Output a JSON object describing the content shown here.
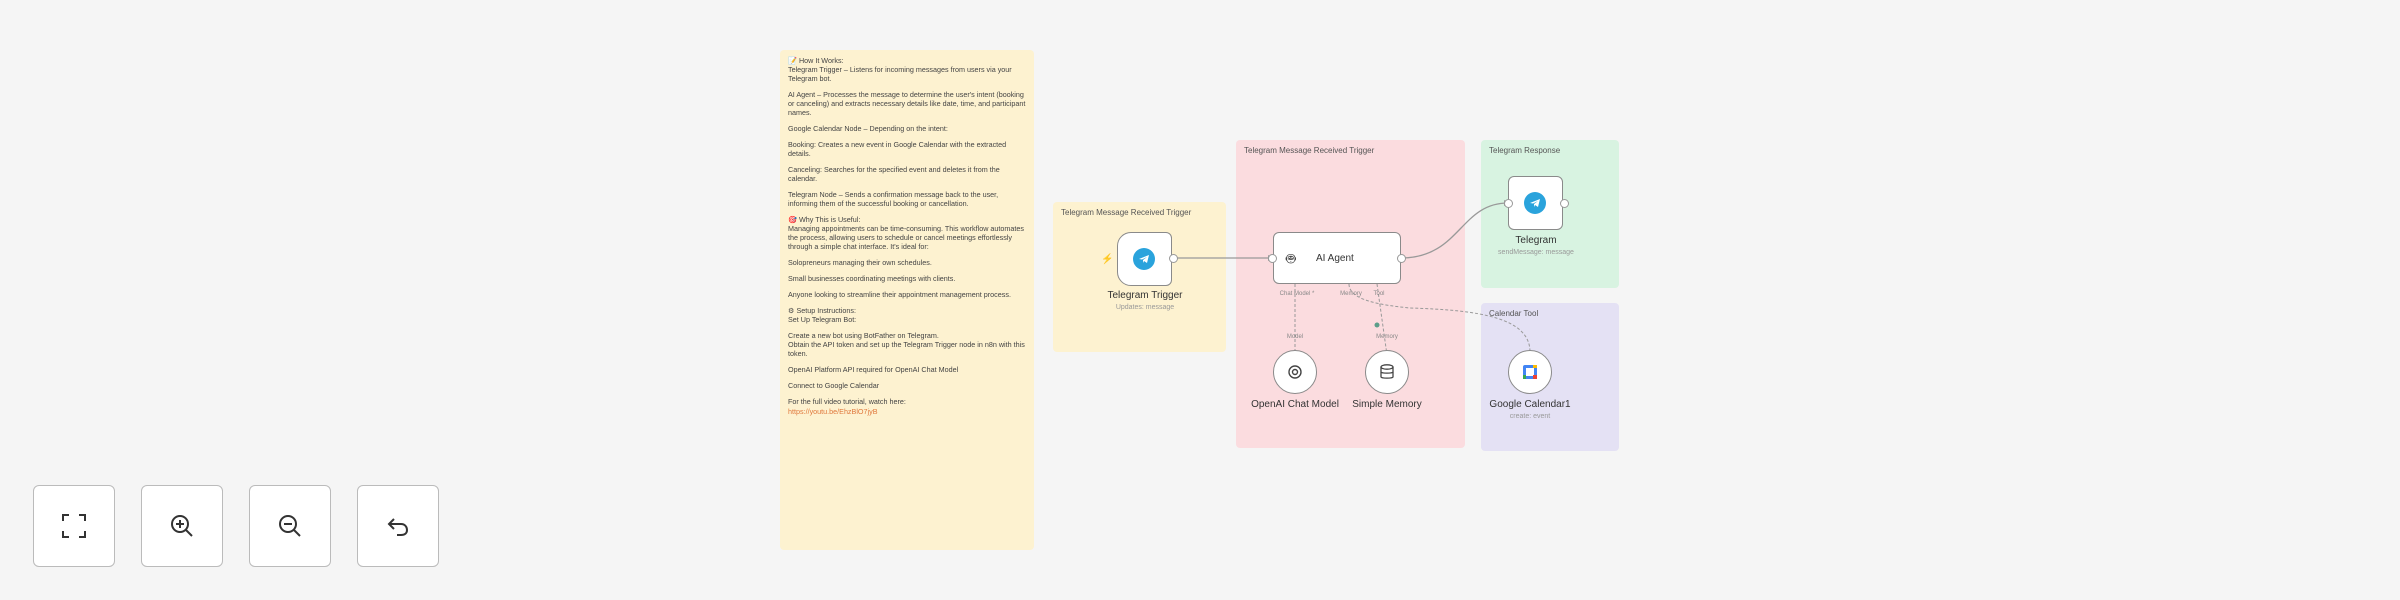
{
  "sticky": {
    "lines": [
      "📝 How It Works:\nTelegram Trigger – Listens for incoming messages from users via your Telegram bot.",
      "AI Agent – Processes the message to determine the user's intent (booking or canceling) and extracts necessary details like date, time, and participant names.",
      "Google Calendar Node – Depending on the intent:",
      "Booking: Creates a new event in Google Calendar with the extracted details.",
      "Canceling: Searches for the specified event and deletes it from the calendar.",
      "Telegram Node – Sends a confirmation message back to the user, informing them of the successful booking or cancellation.",
      "🎯 Why This is Useful:\nManaging appointments can be time-consuming. This workflow automates the process, allowing users to schedule or cancel meetings effortlessly through a simple chat interface. It's ideal for:",
      "Solopreneurs managing their own schedules.",
      "Small businesses coordinating meetings with clients.",
      "Anyone looking to streamline their appointment management process.",
      "⚙ Setup Instructions:\nSet Up Telegram Bot:",
      "Create a new bot using BotFather on Telegram.\nObtain the API token and set up the Telegram Trigger node in n8n with this token.",
      "OpenAI Platform API required for OpenAI Chat Model",
      "Connect to Google Calendar"
    ],
    "footer": "For the full video tutorial, watch here:",
    "link": "https://youtu.be/EhzBlO7jyB"
  },
  "groups": {
    "trigger": "Telegram Message Received Trigger",
    "agent": "Telegram Message Received Trigger",
    "response": "Telegram Response",
    "calendar": "Calendar Tool"
  },
  "nodes": {
    "telegram_trigger": {
      "label": "Telegram Trigger",
      "sub": "Updates: message"
    },
    "ai_agent": {
      "label": "AI Agent"
    },
    "telegram": {
      "label": "Telegram",
      "sub": "sendMessage: message"
    },
    "openai": {
      "label": "OpenAI Chat Model"
    },
    "memory": {
      "label": "Simple Memory"
    },
    "gcal": {
      "label": "Google Calendar1",
      "sub": "create: event"
    }
  },
  "ports": {
    "chat_model": "Chat Model *",
    "memory": "Memory",
    "tool": "Tool",
    "model": "Model",
    "memory2": "Memory"
  },
  "controls": {
    "fit": "fit-view",
    "zoom_in": "zoom-in",
    "zoom_out": "zoom-out",
    "undo": "undo"
  },
  "colors": {
    "sticky_yellow": "#fdf2d0",
    "agent_pink": "#fbdcdf",
    "response_green": "#d8f3e1",
    "calendar_purple": "#e4e1f4",
    "telegram_blue": "#2aa3dc",
    "trigger_red": "#ff6d5a"
  }
}
